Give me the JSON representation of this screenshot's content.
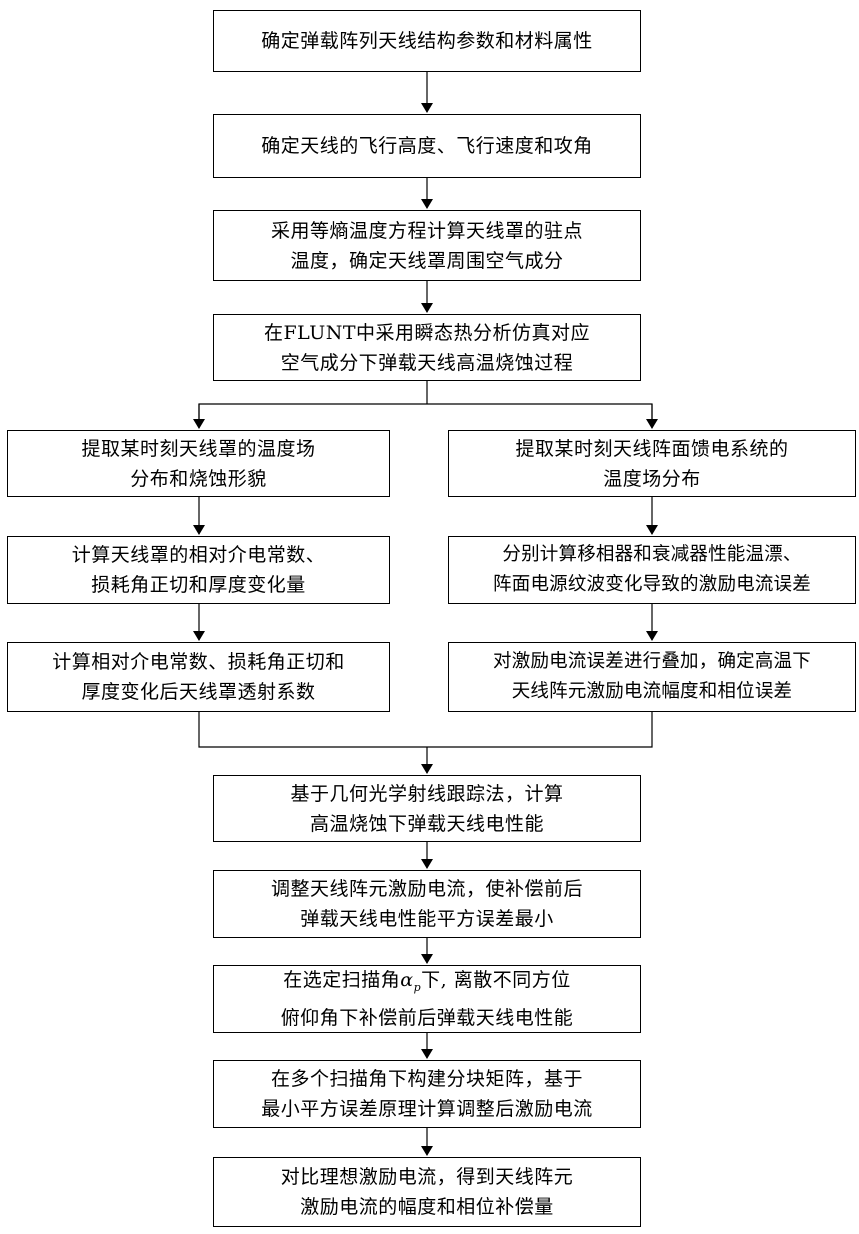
{
  "diagram": {
    "type": "flowchart",
    "nodes": {
      "n1": "确定弹载阵列天线结构参数和材料属性",
      "n2": "确定天线的飞行高度、飞行速度和攻角",
      "n3": "采用等熵温度方程计算天线罩的驻点\n温度，确定天线罩周围空气成分",
      "n4": "在FLUNT中采用瞬态热分析仿真对应\n空气成分下弹载天线高温烧蚀过程",
      "l1": "提取某时刻天线罩的温度场\n分布和烧蚀形貌",
      "l2": "计算天线罩的相对介电常数、\n损耗角正切和厚度变化量",
      "l3": "计算相对介电常数、损耗角正切和\n厚度变化后天线罩透射系数",
      "r1": "提取某时刻天线阵面馈电系统的\n温度场分布",
      "r2": "分别计算移相器和衰减器性能温漂、\n阵面电源纹波变化导致的激励电流误差",
      "r3": "对激励电流误差进行叠加，确定高温下\n天线阵元激励电流幅度和相位误差",
      "n5": "基于几何光学射线跟踪法，计算\n高温烧蚀下弹载天线电性能",
      "n6": "调整天线阵元激励电流，使补偿前后\n弹载天线电性能平方误差最小",
      "n7a": "在选定扫描角",
      "n7sym": "α",
      "n7sub": "p",
      "n7b": "下, 离散不同方位",
      "n7c": "俯仰角下补偿前后弹载天线电性能",
      "n8": "在多个扫描角下构建分块矩阵，基于\n最小平方误差原理计算调整后激励电流",
      "n9": "对比理想激励电流，得到天线阵元\n激励电流的幅度和相位补偿量"
    },
    "edges": [
      [
        "n1",
        "n2"
      ],
      [
        "n2",
        "n3"
      ],
      [
        "n3",
        "n4"
      ],
      [
        "n4",
        "l1"
      ],
      [
        "n4",
        "r1"
      ],
      [
        "l1",
        "l2"
      ],
      [
        "l2",
        "l3"
      ],
      [
        "r1",
        "r2"
      ],
      [
        "r2",
        "r3"
      ],
      [
        "l3",
        "n5"
      ],
      [
        "r3",
        "n5"
      ],
      [
        "n5",
        "n6"
      ],
      [
        "n6",
        "n7"
      ],
      [
        "n7",
        "n8"
      ],
      [
        "n8",
        "n9"
      ]
    ]
  }
}
